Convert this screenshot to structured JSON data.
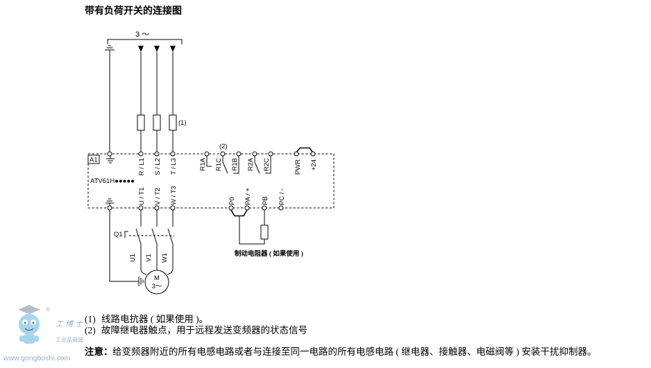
{
  "title": "带有负荷开关的连接图",
  "supply": {
    "label": "3 ～"
  },
  "reactor_note_ref": "(1)",
  "relay_note_ref": "(2)",
  "drive": {
    "ref": "A1",
    "model": "ATV61H●●●●●"
  },
  "terminals": {
    "input": [
      "R / L1",
      "S / L2",
      "T / L3"
    ],
    "output": [
      "U / T1",
      "V / T2",
      "W / T3"
    ],
    "relay": [
      "R1A",
      "R1C",
      "R1B",
      "R2A",
      "R2C"
    ],
    "supply_24v": [
      "PWR",
      "+24"
    ],
    "dc_bus": [
      "P0",
      "PA / +",
      "PB",
      "PC / -"
    ]
  },
  "switch": {
    "label": "Q1"
  },
  "motor": {
    "leads": [
      "U1",
      "V1",
      "W1"
    ],
    "symbol": "M",
    "phases": "3～"
  },
  "braking_resistor": {
    "label": "制动电阻器 ( 如果使用 )"
  },
  "footnotes": [
    {
      "marker": "(1)",
      "text": "线路电抗器 ( 如果使用 )。"
    },
    {
      "marker": "(2)",
      "text": "故障继电器触点，用于远程发送变频器的状态信号"
    }
  ],
  "notice": {
    "prefix": "注意：",
    "text": "给变频器附近的所有电感电路或者与连接至同一电路的所有电感电路 ( 继电器、接触器、电磁阀等 ) 安装干扰抑制器。"
  },
  "watermark": {
    "registered": "®",
    "brand": "工 博 士",
    "tagline": "工业品商城",
    "url": "www.gongboshi.com",
    "icon": "mascot-logo-icon"
  },
  "colors": {
    "line": "#000000",
    "watermark": "#6f97c2",
    "mascot": "#8cc7e8"
  }
}
